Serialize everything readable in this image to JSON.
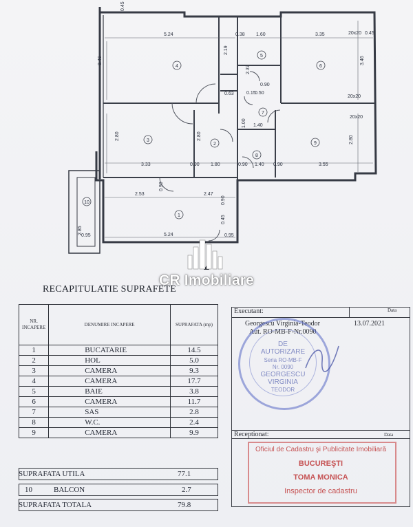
{
  "watermark": {
    "brand": "CR Imobiliare"
  },
  "plan": {
    "rooms": [
      "1",
      "2",
      "3",
      "4",
      "5",
      "6",
      "7",
      "8",
      "9",
      "10"
    ],
    "dims": {
      "d_045a": "0.45",
      "d_524a": "5.24",
      "d_038a": "0.38",
      "d_160": "1.60",
      "d_335": "3.35",
      "d_2020a": "20x20",
      "d_045b": "0.45",
      "d_346a": "3.46",
      "d_219": "2.19",
      "d_237": "2.37",
      "d_346b": "3.46",
      "d_063": "0.63",
      "d_090a": "0.90",
      "d_050": "0.50",
      "d_015a": "0.15",
      "d_2020b": "20x20",
      "d_2020c": "20x20",
      "d_140a": "1.40",
      "d_100": "1.00",
      "d_280a": "2.80",
      "d_280b": "2.80",
      "d_280c": "2.80",
      "d_333": "3.33",
      "d_090b": "0.90",
      "d_180": "1.80",
      "d_090c": "0.90",
      "d_140b": "1.40",
      "d_090d": "0.90",
      "d_355": "3.55",
      "d_253": "2.53",
      "d_247": "2.47",
      "d_090e": "0.90",
      "d_090f": "0.90",
      "d_285": "2.85",
      "d_095a": "0.95",
      "d_524b": "5.24",
      "d_095b": "0.95",
      "d_045c": "0.45"
    }
  },
  "recap": {
    "title": "RECAPITULATIE SUPRAFETE",
    "headers": {
      "nr": "NR. INCAPERE",
      "name": "DENUMIRE INCAPERE",
      "area": "SUPRAFATA (mp)"
    },
    "rows": [
      {
        "nr": "1",
        "name": "BUCATARIE",
        "area": "14.5"
      },
      {
        "nr": "2",
        "name": "HOL",
        "area": "5.0"
      },
      {
        "nr": "3",
        "name": "CAMERA",
        "area": "9.3"
      },
      {
        "nr": "4",
        "name": "CAMERA",
        "area": "17.7"
      },
      {
        "nr": "5",
        "name": "BAIE",
        "area": "3.8"
      },
      {
        "nr": "6",
        "name": "CAMERA",
        "area": "11.7"
      },
      {
        "nr": "7",
        "name": "SAS",
        "area": "2.8"
      },
      {
        "nr": "8",
        "name": "W.C.",
        "area": "2.4"
      },
      {
        "nr": "9",
        "name": "CAMERA",
        "area": "9.9"
      }
    ],
    "useful_label": "SUPRAFATA UTILA",
    "useful_value": "77.1",
    "balcony_nr": "10",
    "balcony_label": "BALCON",
    "balcony_value": "2.7",
    "total_label": "SUPRAFATA TOTALA",
    "total_value": "79.8"
  },
  "executant": {
    "label": "Executant:",
    "date_label": "Data",
    "name": "Georgescu Virginia-Teodor",
    "authorization": "Aut. RO-MB-F-Nr.0090",
    "date": "13.07.2021",
    "stamp_lines": [
      "DE",
      "AUTORIZARE",
      "Seria RO-MB-F",
      "Nr. 0090",
      "GEORGESCU",
      "VIRGINIA",
      "TEODOR"
    ]
  },
  "receptionat": {
    "label": "Receptionat:",
    "date_label": "Data",
    "office": "Oficiul de Cadastru şi Publicitate Imobiliară",
    "city": "BUCUREŞTI",
    "inspector_name": "TOMA MONICA",
    "inspector_title": "Inspector de cadastru"
  }
}
